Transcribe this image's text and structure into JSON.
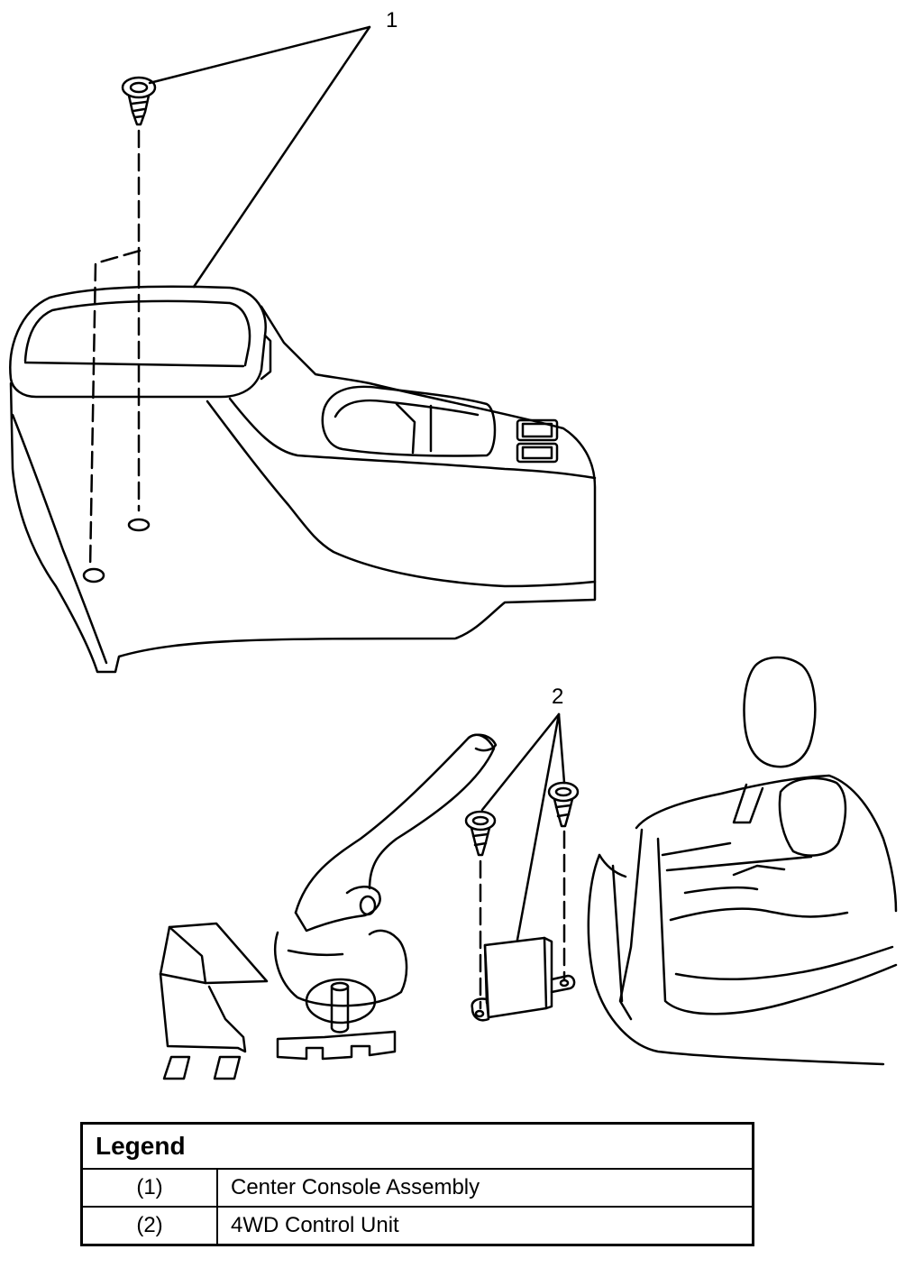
{
  "callouts": {
    "c1": "1",
    "c2": "2"
  },
  "legend": {
    "title": "Legend",
    "rows": [
      {
        "num": "(1)",
        "desc": "Center Console Assembly"
      },
      {
        "num": "(2)",
        "desc": "4WD Control Unit"
      }
    ]
  }
}
